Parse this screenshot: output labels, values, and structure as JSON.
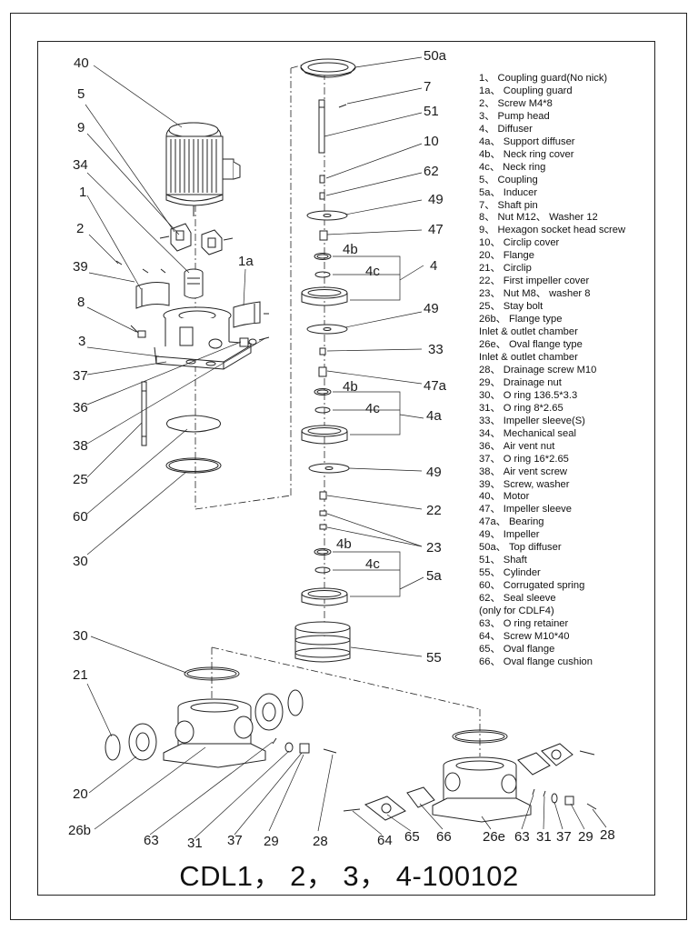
{
  "title": "CDL1， 2， 3， 4-100102",
  "legend": [
    "1、 Coupling guard(No nick)",
    "1a、 Coupling guard",
    "2、 Screw M4*8",
    "3、 Pump head",
    "4、 Diffuser",
    "4a、 Support diffuser",
    "4b、 Neck ring cover",
    "4c、 Neck ring",
    "5、 Coupling",
    "5a、 Inducer",
    "7、 Shaft pin",
    "8、 Nut M12、 Washer 12",
    "9、 Hexagon socket head screw",
    "10、 Circlip cover",
    "20、 Flange",
    "21、 Circlip",
    "22、 First impeller cover",
    "23、 Nut M8、 washer 8",
    "25、 Stay bolt",
    "26b、 Flange type",
    "Inlet & outlet chamber",
    "26e、 Oval flange type",
    "Inlet & outlet chamber",
    "28、 Drainage screw M10",
    "29、 Drainage nut",
    "30、 O ring 136.5*3.3",
    "31、 O ring 8*2.65",
    "33、 Impeller sleeve(S)",
    "34、 Mechanical seal",
    "36、 Air vent nut",
    "37、 O ring 16*2.65",
    "38、 Air vent screw",
    "39、 Screw, washer",
    "40、 Motor",
    "47、 Impeller sleeve",
    "47a、 Bearing",
    "49、 Impeller",
    "50a、 Top diffuser",
    "51、 Shaft",
    "55、 Cylinder",
    "60、 Corrugated spring",
    "62、 Seal sleeve",
    "(only for CDLF4)",
    "63、 O ring retainer",
    "64、 Screw M10*40",
    "65、 Oval flange",
    "66、 Oval flange cushion"
  ],
  "callouts": {
    "c40": "40",
    "c5": "5",
    "c9": "9",
    "c34": "34",
    "c1": "1",
    "c2": "2",
    "c39": "39",
    "c1a": "1a",
    "c8": "8",
    "c3": "3",
    "c37": "37",
    "c36": "36",
    "c38": "38",
    "c25": "25",
    "c60": "60",
    "c30a": "30",
    "c50a": "50a",
    "c7": "7",
    "c51": "51",
    "c10": "10",
    "c62": "62",
    "c49a": "49",
    "c47": "47",
    "c4b1": "4b",
    "c4c1": "4c",
    "c4": "4",
    "c49b": "49",
    "c33": "33",
    "c47a": "47a",
    "c4b2": "4b",
    "c4c2": "4c",
    "c4a": "4a",
    "c49c": "49",
    "c22": "22",
    "c23": "23",
    "c4b3": "4b",
    "c4c3": "4c",
    "c5a": "5a",
    "c55": "55",
    "c30b": "30",
    "c21": "21",
    "c20": "20",
    "c26b": "26b",
    "c63a": "63",
    "c31a": "31",
    "c37b": "37",
    "c29a": "29",
    "c28a": "28",
    "c64": "64",
    "c65": "65",
    "c66": "66",
    "c26e": "26e",
    "c63b": "63",
    "c31b": "31",
    "c37c": "37",
    "c29b": "29",
    "c28b": "28"
  }
}
